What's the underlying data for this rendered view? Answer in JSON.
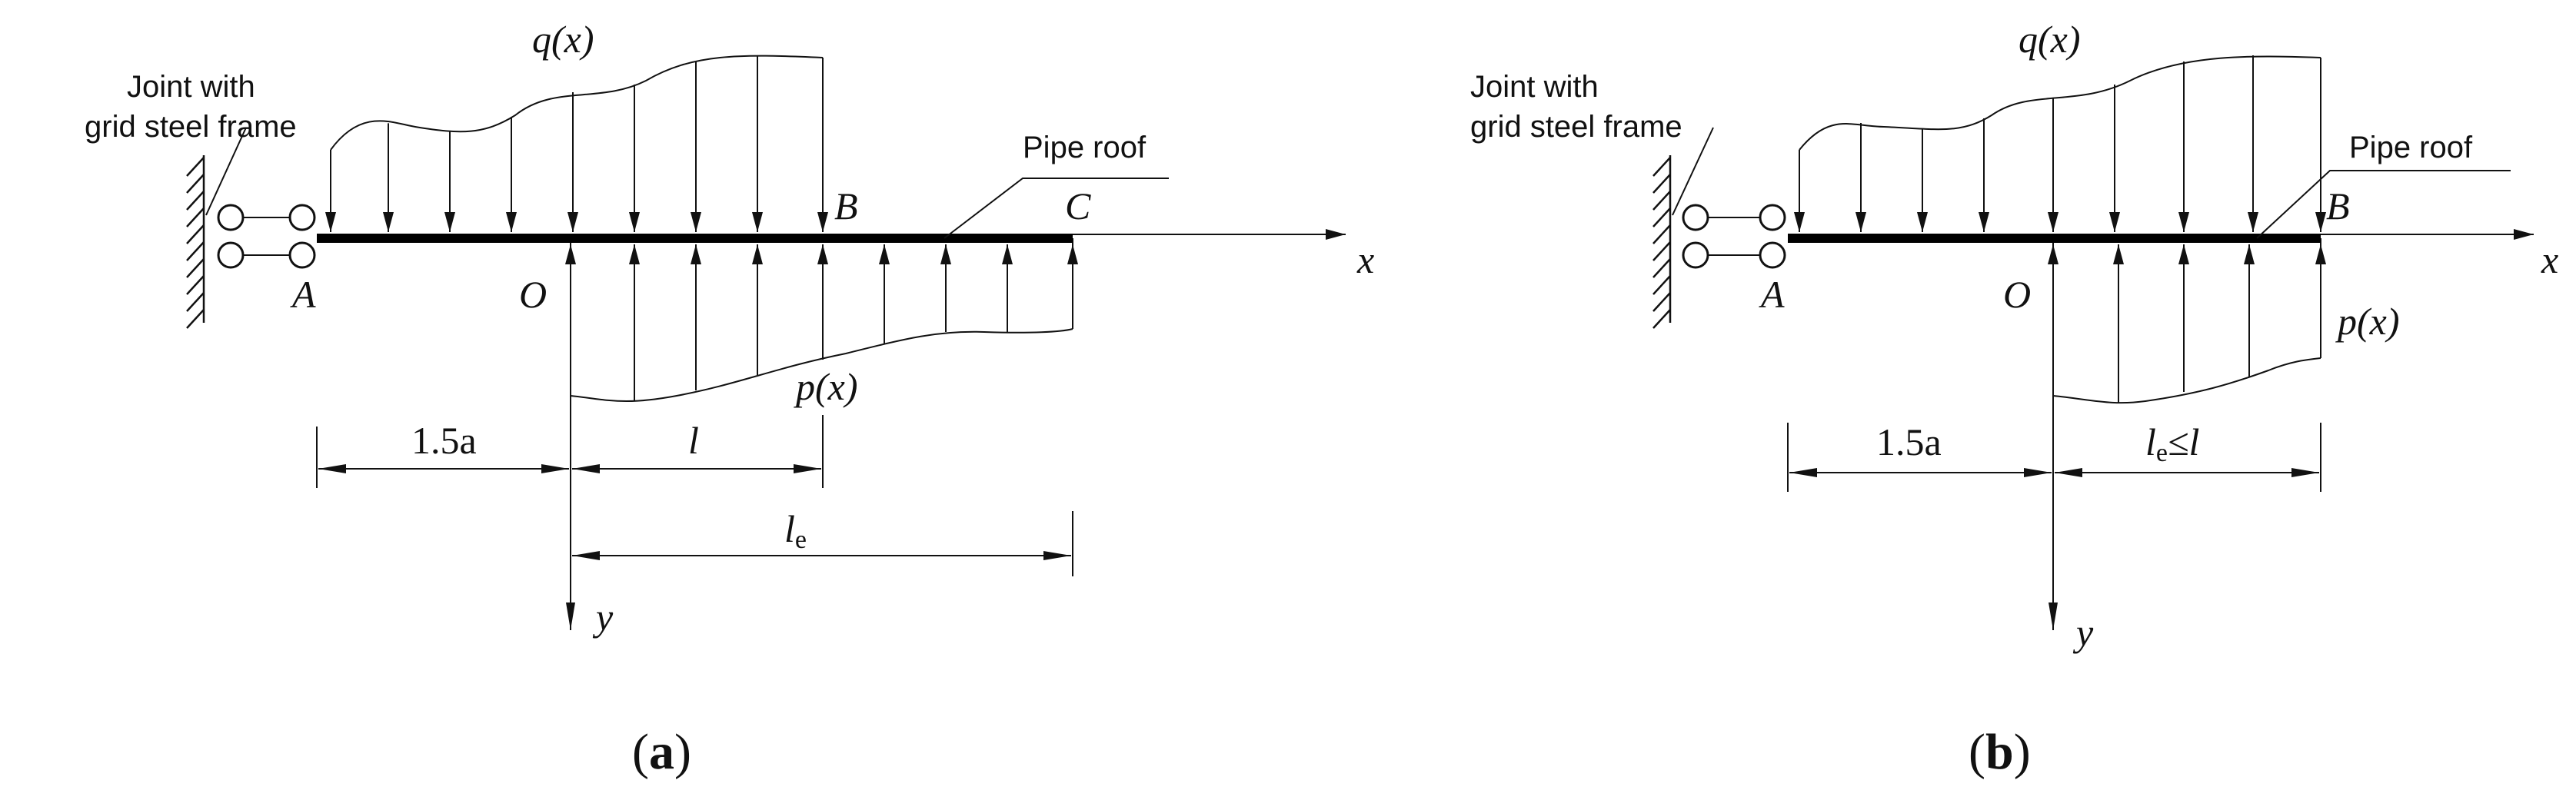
{
  "panels": [
    {
      "id": "a",
      "caption_open": "(",
      "caption_letter": "a",
      "caption_close": ")",
      "joint_label_line1": "Joint with",
      "joint_label_line2": "grid steel frame",
      "pipe_label": "Pipe roof",
      "q_label": "q(x)",
      "p_label": "p(x)",
      "point_A": "A",
      "point_O": "O",
      "point_B": "B",
      "point_C": "C",
      "axis_x": "x",
      "axis_y": "y",
      "dim_left": "1.5a",
      "dim_mid": "l",
      "dim_le_main": "l",
      "dim_le_sub": "e"
    },
    {
      "id": "b",
      "caption_open": "(",
      "caption_letter": "b",
      "caption_close": ")",
      "joint_label_line1": "Joint with",
      "joint_label_line2": "grid steel frame",
      "pipe_label": "Pipe roof",
      "q_label": "q(x)",
      "p_label": "p(x)",
      "point_A": "A",
      "point_O": "O",
      "point_B": "B",
      "axis_x": "x",
      "axis_y": "y",
      "dim_left": "1.5a",
      "dim_le_main": "l",
      "dim_le_sub": "e",
      "dim_le_rel": "≤l"
    }
  ]
}
